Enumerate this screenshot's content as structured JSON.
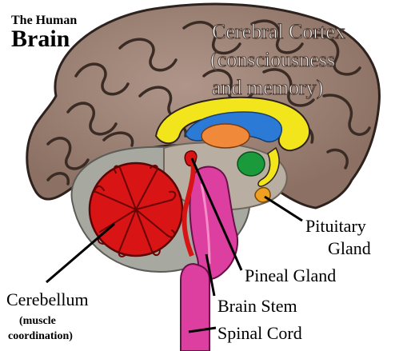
{
  "title": {
    "line1": "The Human",
    "line2": "Brain"
  },
  "labels": {
    "cortex": {
      "line1": "Cerebral Cortex",
      "line2": "(consciousness",
      "line3": "and memory)"
    },
    "pituitary": {
      "line1": "Pituitary",
      "line2": "Gland"
    },
    "pineal": "Pineal Gland",
    "cerebellum": {
      "line1": "Cerebellum",
      "line2": "(muscle",
      "line3": "coordination)"
    },
    "brainstem": "Brain Stem",
    "spinal": "Spinal Cord"
  },
  "colors": {
    "cortex": "#9c8074",
    "cortex_dark": "#6e554b",
    "cerebellum": "#d81414",
    "inner_area": "#b9aea2",
    "stem": "#dc3fa0",
    "stem_dark": "#a8237a",
    "thalamus_ring": "#f2e51b",
    "ventricle": "#2b7bd6",
    "orange_body": "#f08a3a",
    "green_body": "#1b9a3c",
    "pituitary": "#f0a020",
    "gray_region": "#a7a9a0"
  }
}
